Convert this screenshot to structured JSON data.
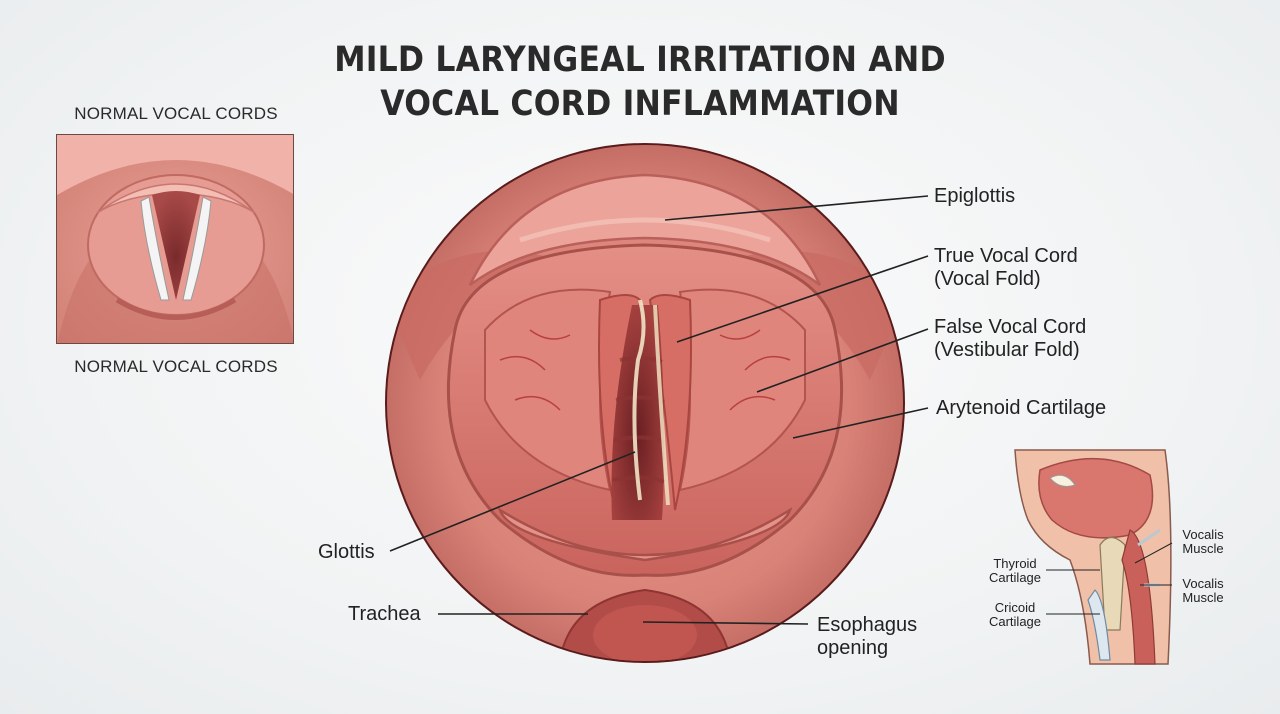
{
  "title": {
    "line1": "MILD LARYNGEAL IRRITATION AND",
    "line2": "VOCAL CORD INFLAMMATION"
  },
  "inset": {
    "caption_top": "NORMAL VOCAL CORDS",
    "caption_bottom": "NORMAL VOCAL CORDS"
  },
  "labels": {
    "epiglottis": "Epiglottis",
    "true_vocal_cord_1": "True Vocal Cord",
    "true_vocal_cord_2": "(Vocal Fold)",
    "false_vocal_cord_1": "False Vocal Cord",
    "false_vocal_cord_2": "(Vestibular Fold)",
    "arytenoid": "Arytenoid Cartilage",
    "glottis": "Glottis",
    "trachea": "Trachea",
    "esophagus_1": "Esophagus",
    "esophagus_2": "opening"
  },
  "cross_section": {
    "thyroid_1": "Thyroid",
    "thyroid_2": "Cartilage",
    "cricoid_1": "Cricoid",
    "cricoid_2": "Cartilage",
    "vocalis_a_1": "Vocalis",
    "vocalis_a_2": "Muscle",
    "vocalis_b_1": "Vocalis",
    "vocalis_b_2": "Muscle"
  },
  "colors": {
    "tissue": "#d98a80",
    "tissue_dark": "#b85c55",
    "tissue_light": "#f2b8ae",
    "inflamed": "#c9544e",
    "cartilage": "#f3e6c9"
  }
}
